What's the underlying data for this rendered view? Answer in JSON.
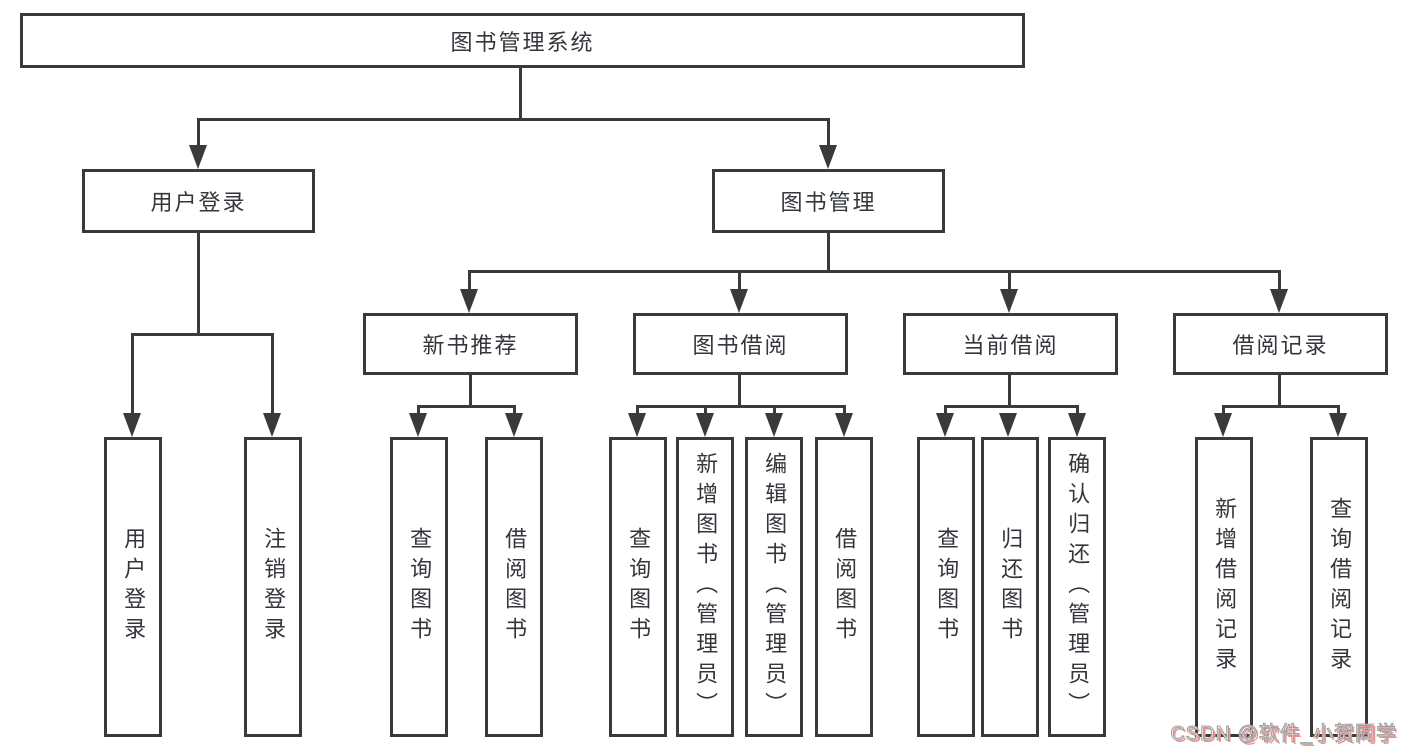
{
  "diagram": {
    "title": "图书管理系统",
    "root": {
      "label": "图书管理系统"
    },
    "level2": [
      {
        "label": "用户登录"
      },
      {
        "label": "图书管理"
      }
    ],
    "level3": [
      {
        "label": "新书推荐"
      },
      {
        "label": "图书借阅"
      },
      {
        "label": "当前借阅"
      },
      {
        "label": "借阅记录"
      }
    ],
    "leaves": [
      {
        "label": "用户登录",
        "parent": "用户登录"
      },
      {
        "label": "注销登录",
        "parent": "用户登录"
      },
      {
        "label": "查询图书",
        "parent": "新书推荐"
      },
      {
        "label": "借阅图书",
        "parent": "新书推荐"
      },
      {
        "label": "查询图书",
        "parent": "图书借阅"
      },
      {
        "label": "新增图书（管理员）",
        "parent": "图书借阅"
      },
      {
        "label": "编辑图书（管理员）",
        "parent": "图书借阅"
      },
      {
        "label": "借阅图书",
        "parent": "图书借阅"
      },
      {
        "label": "查询图书",
        "parent": "当前借阅"
      },
      {
        "label": "归还图书",
        "parent": "当前借阅"
      },
      {
        "label": "确认归还（管理员）",
        "parent": "当前借阅"
      },
      {
        "label": "新增借阅记录",
        "parent": "借阅记录"
      },
      {
        "label": "查询借阅记录",
        "parent": "借阅记录"
      }
    ]
  },
  "watermark": {
    "text": "CSDN @软件_小贺同学"
  },
  "colors": {
    "line": "#3a3a3a",
    "box_border": "#3a3a3a",
    "text": "#33363b",
    "background": "#ffffff",
    "watermark_text": "#f4f4f4",
    "watermark_shadow": "#f59090"
  }
}
